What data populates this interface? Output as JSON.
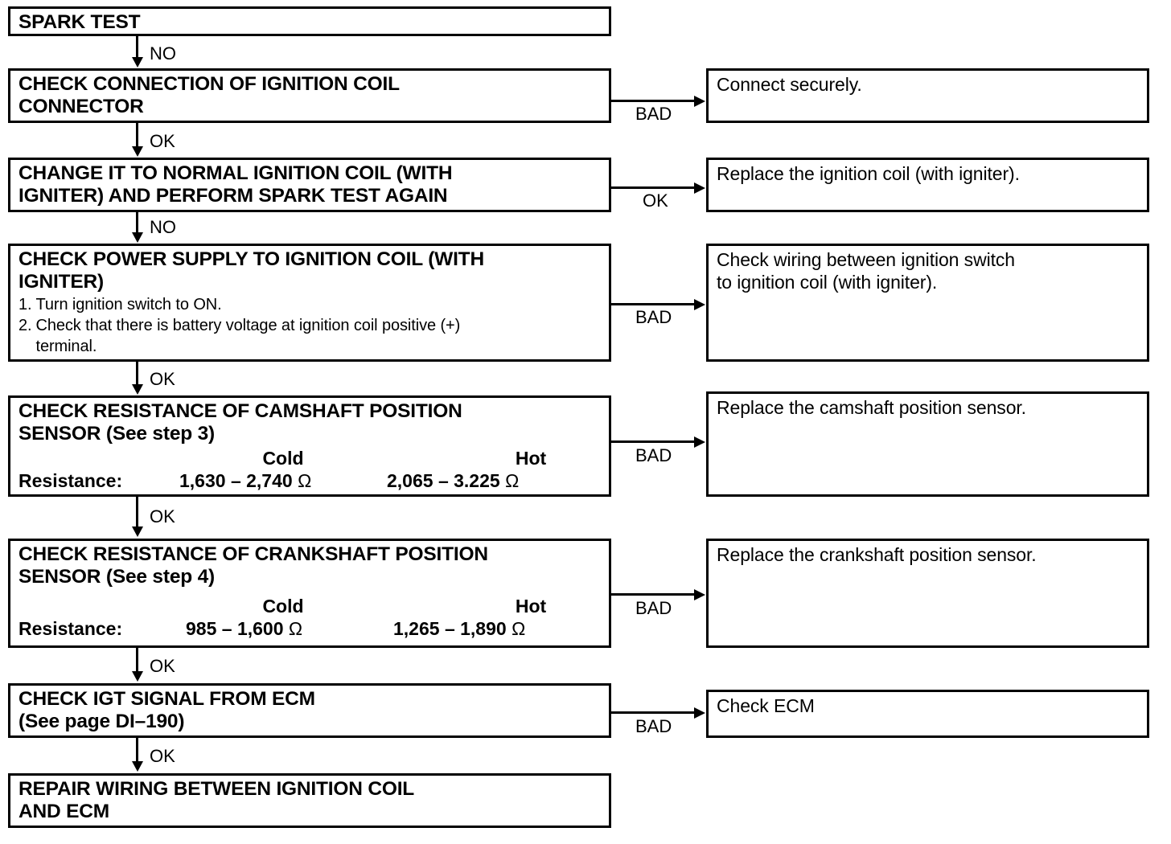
{
  "diagram": {
    "title": "Ignition System Spark Test Troubleshooting Flowchart",
    "line_color": "#000000",
    "background_color": "#ffffff"
  },
  "steps": [
    {
      "id": "spark-test",
      "title": "SPARK TEST"
    },
    {
      "id": "check-connection",
      "title": "CHECK CONNECTION OF IGNITION COIL\nCONNECTOR"
    },
    {
      "id": "change-coil",
      "title": "CHANGE IT TO NORMAL IGNITION COIL (WITH\nIGNITER) AND PERFORM SPARK TEST AGAIN"
    },
    {
      "id": "check-power-supply",
      "title": "CHECK POWER SUPPLY TO IGNITION COIL (WITH\nIGNITER)",
      "items": [
        {
          "num": "1.",
          "text": "Turn ignition switch to ON."
        },
        {
          "num": "2.",
          "text": "Check that there is battery voltage at ignition coil positive (+)\n  terminal."
        }
      ]
    },
    {
      "id": "check-camshaft-sensor",
      "title": "CHECK RESISTANCE OF CAMSHAFT POSITION\nSENSOR (See step 3)",
      "spec": {
        "row_label": "Resistance:",
        "col_cold_header": "Cold",
        "col_hot_header": "Hot",
        "cold_value": "1,630 – 2,740",
        "hot_value": "2,065 – 3.225",
        "unit": "Ω"
      }
    },
    {
      "id": "check-crankshaft-sensor",
      "title": "CHECK RESISTANCE OF CRANKSHAFT POSITION\nSENSOR (See step 4)",
      "spec": {
        "row_label": "Resistance:",
        "col_cold_header": "Cold",
        "col_hot_header": "Hot",
        "cold_value": "985 – 1,600",
        "hot_value": "1,265 – 1,890",
        "unit": "Ω"
      }
    },
    {
      "id": "check-igt-signal",
      "title": "CHECK IGT SIGNAL FROM ECM\n(See page DI–190)"
    },
    {
      "id": "repair-wiring",
      "title": "REPAIR WIRING BETWEEN IGNITION COIL\nAND ECM"
    }
  ],
  "outcomes": [
    {
      "id": "connect-securely",
      "text": "Connect securely."
    },
    {
      "id": "replace-ignition-coil",
      "text": "Replace the ignition coil (with igniter)."
    },
    {
      "id": "check-wiring",
      "text": "Check wiring between ignition switch\nto ignition coil (with igniter)."
    },
    {
      "id": "replace-camshaft-sensor",
      "text": "Replace the camshaft position sensor."
    },
    {
      "id": "replace-crankshaft-sensor",
      "text": "Replace the crankshaft position sensor."
    },
    {
      "id": "check-ecm",
      "text": "Check ECM"
    }
  ],
  "edge_labels": {
    "down": [
      "NO",
      "OK",
      "NO",
      "OK",
      "OK",
      "OK",
      "OK"
    ],
    "right": [
      "BAD",
      "OK",
      "BAD",
      "BAD",
      "BAD",
      "BAD"
    ]
  }
}
